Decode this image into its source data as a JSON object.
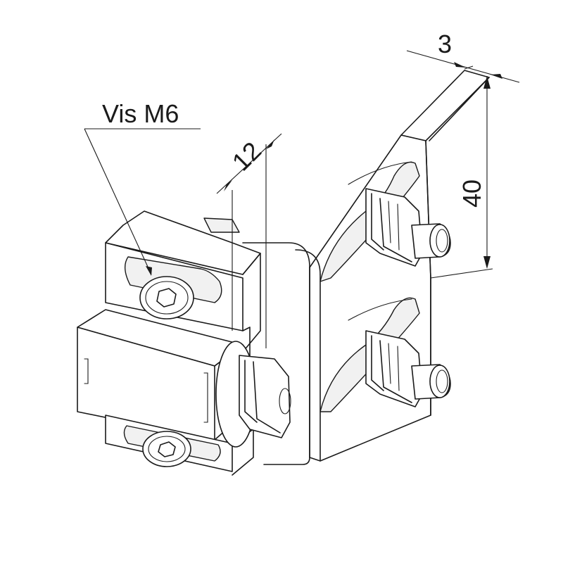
{
  "callout": {
    "text": "Vis M6"
  },
  "dimensions": {
    "thickness": "3",
    "height": "40",
    "offset": "12"
  }
}
